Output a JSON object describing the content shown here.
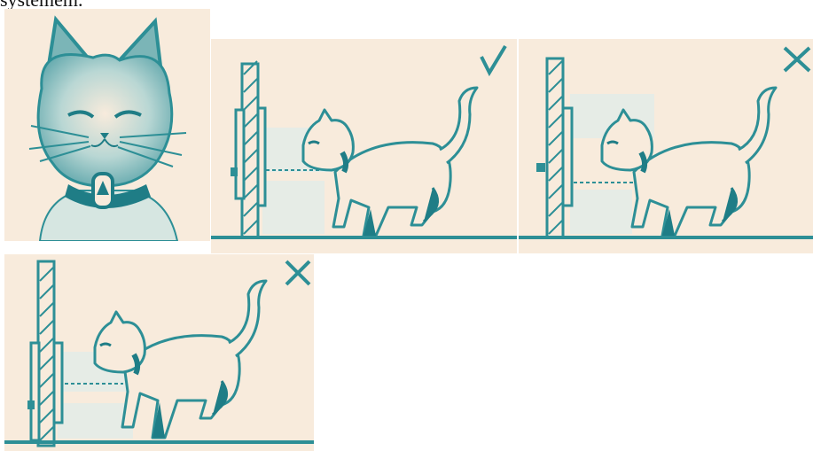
{
  "caption": {
    "text": "systemem."
  },
  "colors": {
    "panel_background": "#f8ebdc",
    "line_teal": "#2d8f96",
    "shade_teal": "#1f7d86",
    "light_shade": "#d6e6e1"
  },
  "panels": [
    {
      "id": "cat-head-with-collar-tag",
      "mark": ""
    },
    {
      "id": "cat-at-door-sensor-aligned",
      "mark": "correct",
      "mark_symbol": "checkmark-icon"
    },
    {
      "id": "cat-at-door-sensor-too-low",
      "mark": "wrong",
      "mark_symbol": "cross-icon"
    },
    {
      "id": "cat-at-door-sensor-too-high",
      "mark": "wrong",
      "mark_symbol": "cross-icon"
    }
  ]
}
